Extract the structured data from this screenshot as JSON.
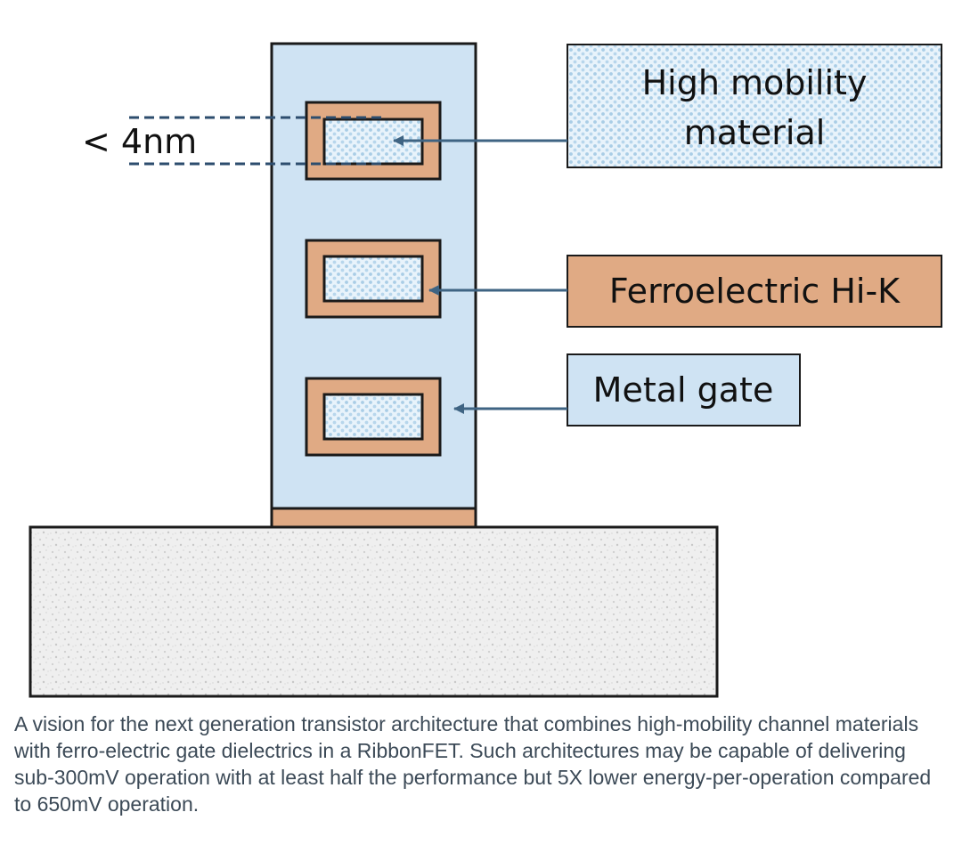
{
  "diagram": {
    "dimension_label": "< 4nm",
    "labels": {
      "channel": [
        "High mobility",
        "material"
      ],
      "ferroelectric": "Ferroelectric Hi-K",
      "gate": "Metal gate"
    },
    "colors": {
      "metal_gate": "#cfe3f3",
      "ferroelectric": "#e0aa84",
      "channel": "#e8f3fb",
      "channel_dot": "#a9cde6",
      "substrate": "#efefef",
      "outline": "#1a1a1a",
      "arrow": "#3f6483",
      "dash": "#2d4d6e"
    }
  },
  "caption": "A vision for the next generation transistor architecture that combines high-mobility channel materials with ferro-electric gate dielectrics in a RibbonFET. Such architectures may be capable of delivering sub-300mV operation with at least half the performance but 5X lower energy-per-operation compared to 650mV operation."
}
